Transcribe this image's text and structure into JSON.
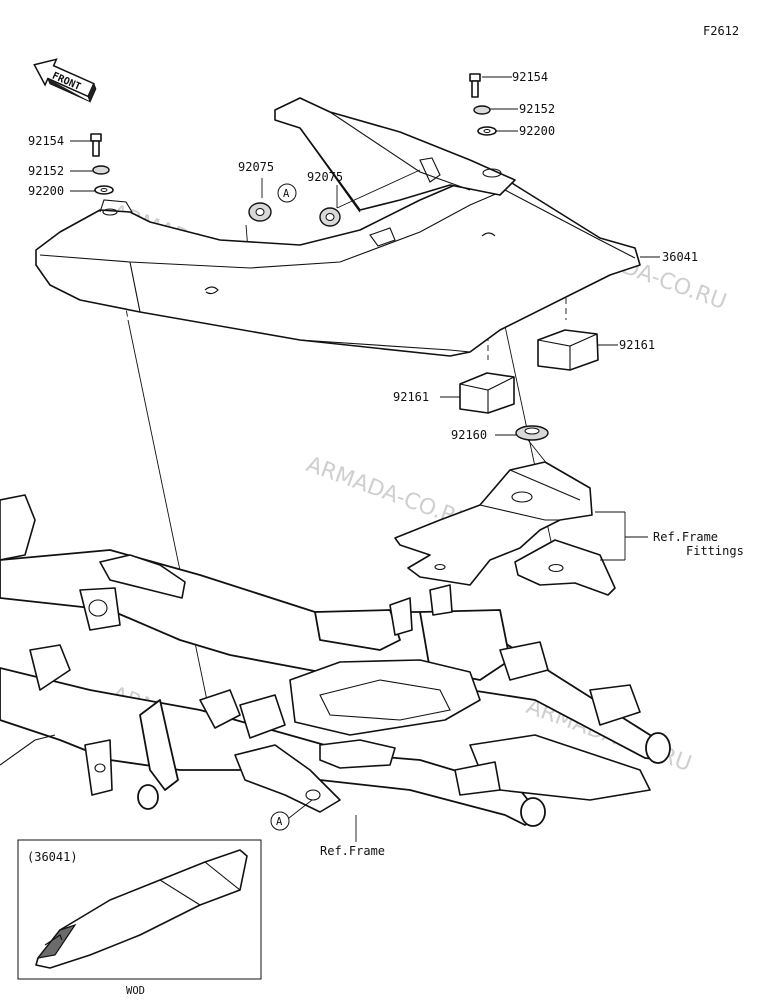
{
  "figure_code": "F2612",
  "front_marker": "FRONT",
  "watermark": "ARMADA-CO.RU",
  "labels": {
    "bolt_right": "92154",
    "collar_right": "92152",
    "washer_right": "92200",
    "bolt_left": "92154",
    "collar_left": "92152",
    "washer_left": "92200",
    "grommet_a": "92075",
    "grommet_b": "92075",
    "seat_cover": "36041",
    "pad_right": "92161",
    "pad_left": "92161",
    "damper": "92160",
    "ref_frame_fittings_line1": "Ref.Frame",
    "ref_frame_fittings_line2": "Fittings",
    "ref_frame": "Ref.Frame",
    "callout_a_top": "A",
    "callout_a_bottom": "A"
  },
  "inset": {
    "part_number": "(36041)",
    "variant": "WOD"
  }
}
